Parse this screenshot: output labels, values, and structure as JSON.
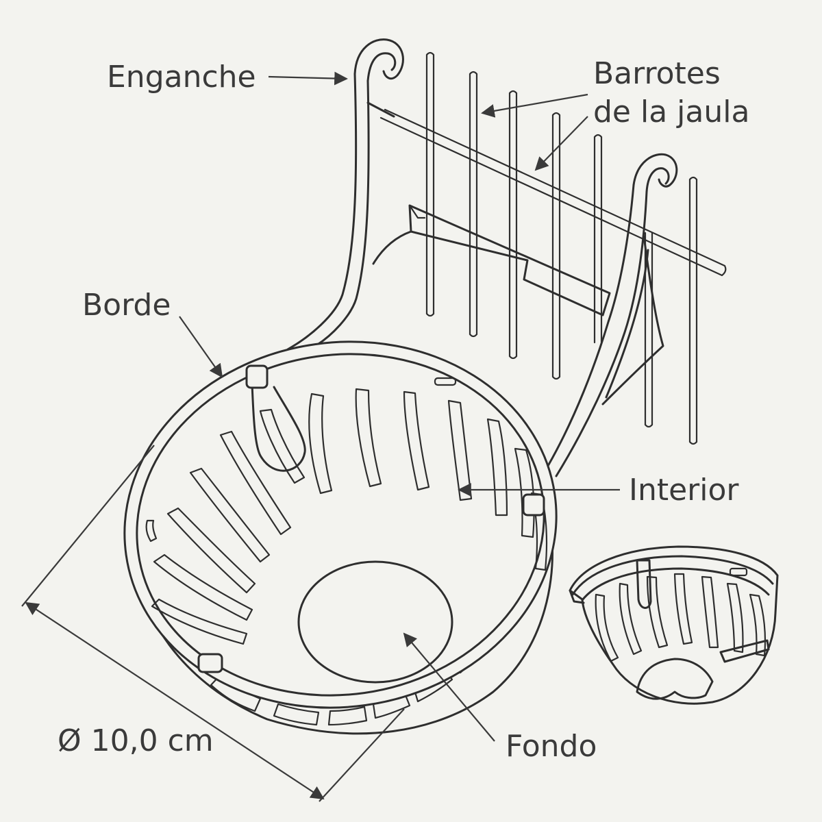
{
  "labels": {
    "hook": "Enganche",
    "bars_line1": "Barrotes",
    "bars_line2": "de la jaula",
    "rim": "Borde",
    "interior": "Interior",
    "bottom": "Fondo",
    "diameter": "Ø 10,0 cm"
  },
  "colors": {
    "background": "#f3f3ef",
    "ink": "#2e2e2e",
    "label": "#3a3a3a"
  }
}
